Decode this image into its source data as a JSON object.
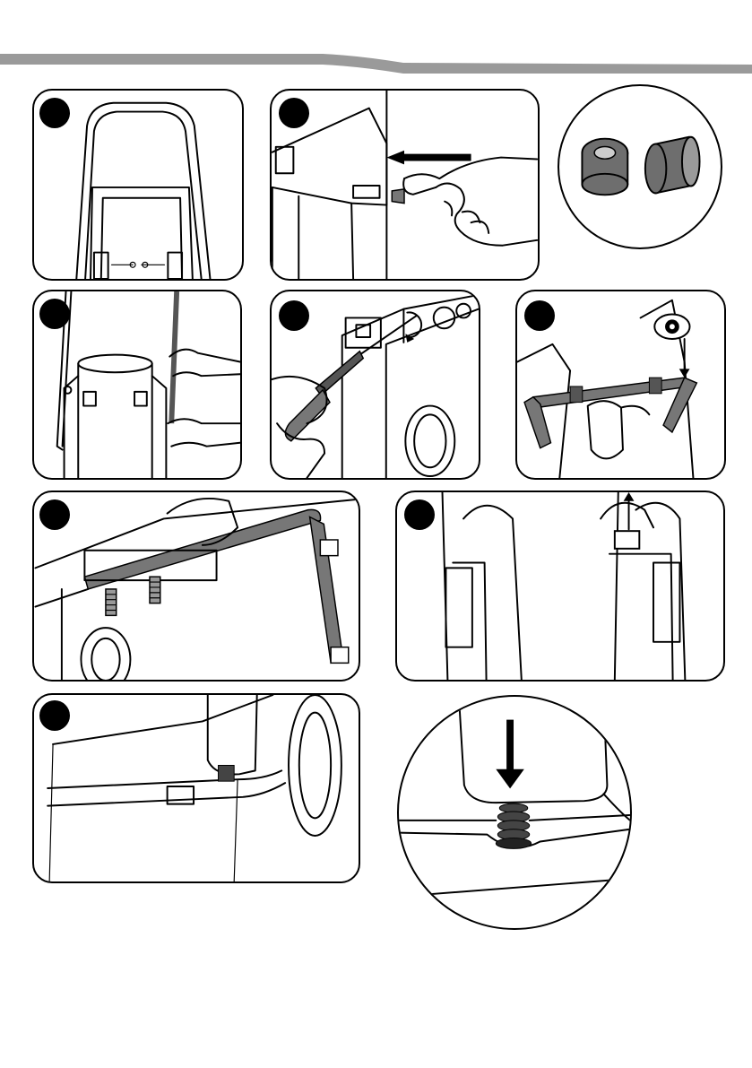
{
  "page": {
    "background": "#ffffff"
  },
  "header": {
    "bar_color": "#9a9a9a"
  },
  "steps": [
    {
      "id": "step-1",
      "subject": "handle-frame"
    },
    {
      "id": "step-2",
      "subject": "pin-insert"
    },
    {
      "id": "step-parts",
      "subject": "spacer-parts"
    },
    {
      "id": "step-3",
      "subject": "handle-attach"
    },
    {
      "id": "step-4",
      "subject": "screwdriver"
    },
    {
      "id": "step-5",
      "subject": "lower-handle-check"
    },
    {
      "id": "step-6",
      "subject": "bolt-insert"
    },
    {
      "id": "step-7",
      "subject": "lift-clip"
    },
    {
      "id": "step-8",
      "subject": "underside-spring"
    },
    {
      "id": "step-9",
      "subject": "spring-detail"
    }
  ],
  "colors": {
    "ink": "#000000",
    "part_grey": "#777777",
    "rubber": "#6e6e6e"
  }
}
